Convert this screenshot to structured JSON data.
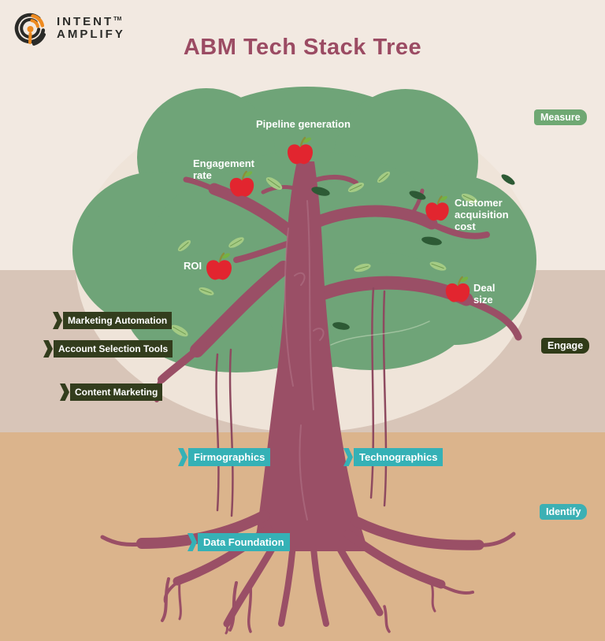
{
  "header": {
    "logo_line1": "INTENT",
    "logo_line2": "AMPLIFY",
    "logo_tm": "TM",
    "title": "ABM Tech Stack Tree"
  },
  "stages": {
    "measure": "Measure",
    "engage": "Engage",
    "identify": "Identify"
  },
  "fruit_labels": {
    "pipeline": "Pipeline generation",
    "engagement": "Engagement rate",
    "cac": "Customer acquisition cost",
    "roi": "ROI",
    "deal_size": "Deal size"
  },
  "engage_tools": [
    "Marketing Automation",
    "Account Selection Tools",
    "Content Marketing"
  ],
  "identify_tools": [
    "Firmographics",
    "Technographics",
    "Data Foundation"
  ],
  "colors": {
    "bg-top": "#f2e9e1",
    "bg-mid": "#d8c5b8",
    "bg-soil": "#dbb48c",
    "halo": "#efe4d9",
    "canopy": "#6fa478",
    "leaf-light": "#a4cb84",
    "leaf-dark": "#2d5a35",
    "trunk": "#9a4f66",
    "bark-line": "#b5798c",
    "vine": "#8e4a60",
    "apple": "#e2252f",
    "apple-stem": "#8a8f3a",
    "apple-leaf": "#76b244",
    "title": "#9b4b63",
    "ribbon": "#333d1d",
    "teal": "#35b1b6",
    "stage-measure": "#6fa873",
    "stage-engage": "#303b18",
    "stage-identify": "#3cb0b4",
    "logo-dark": "#2b2b28",
    "logo-orange": "#ee8a1f",
    "text-light": "#ffffff"
  }
}
